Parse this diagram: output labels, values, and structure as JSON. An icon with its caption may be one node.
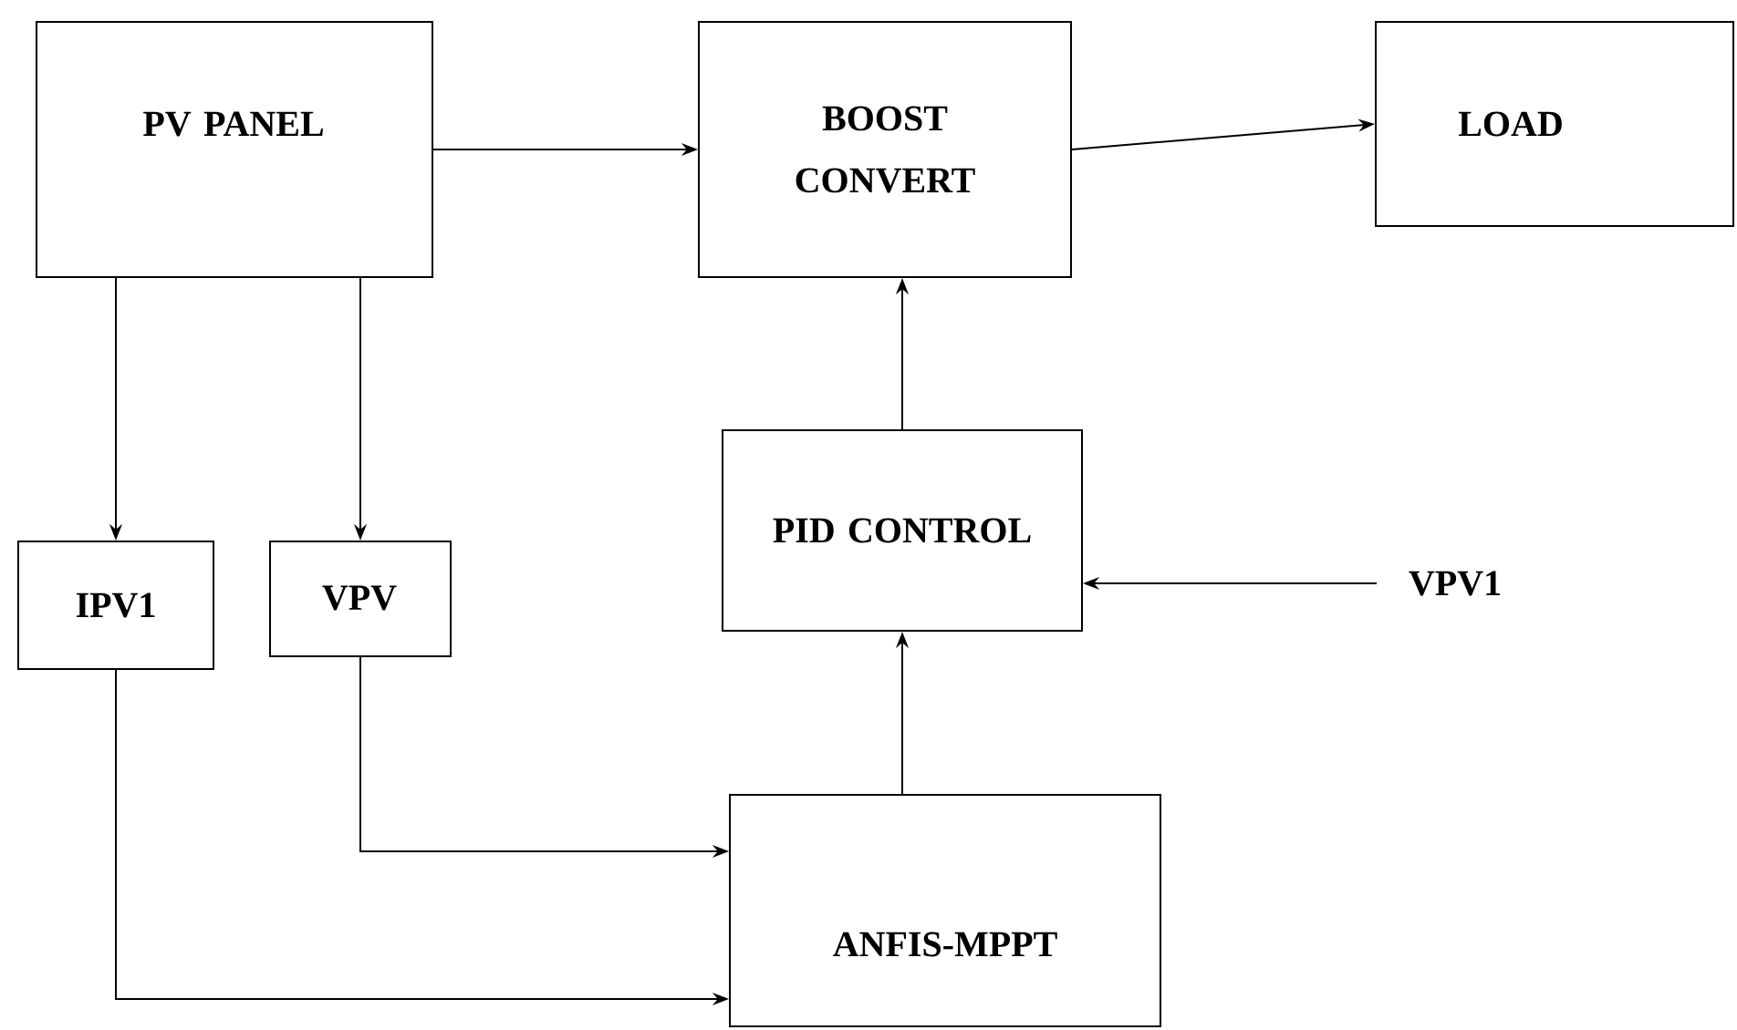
{
  "diagram": {
    "nodes": [
      {
        "text": [
          "PV PANEL"
        ]
      },
      {
        "text": [
          "BOOST CONVERT"
        ]
      },
      {
        "text": [
          "LOAD"
        ]
      },
      {
        "text": [
          "IPV1"
        ]
      },
      {
        "text": [
          "VPV"
        ]
      },
      {
        "text": [
          "PID CONTROL"
        ]
      },
      {
        "text": [
          "VPV1"
        ]
      },
      {
        "text": [
          "ANFIS-MPPT"
        ]
      }
    ],
    "edges": [
      {
        "from": 0,
        "to": 1,
        "arrow": "to"
      },
      {
        "from": 1,
        "to": 2,
        "arrow": "to"
      },
      {
        "from": 0,
        "to": 3,
        "arrow": "to"
      },
      {
        "from": 0,
        "to": 4,
        "arrow": "to"
      },
      {
        "from": 5,
        "to": 1,
        "arrow": "to"
      },
      {
        "from": 6,
        "to": 5,
        "arrow": "to"
      },
      {
        "from": 7,
        "to": 5,
        "arrow": "to"
      },
      {
        "from": 4,
        "to": 7,
        "arrow": "to"
      },
      {
        "from": 3,
        "to": 7,
        "arrow": "to"
      }
    ]
  }
}
